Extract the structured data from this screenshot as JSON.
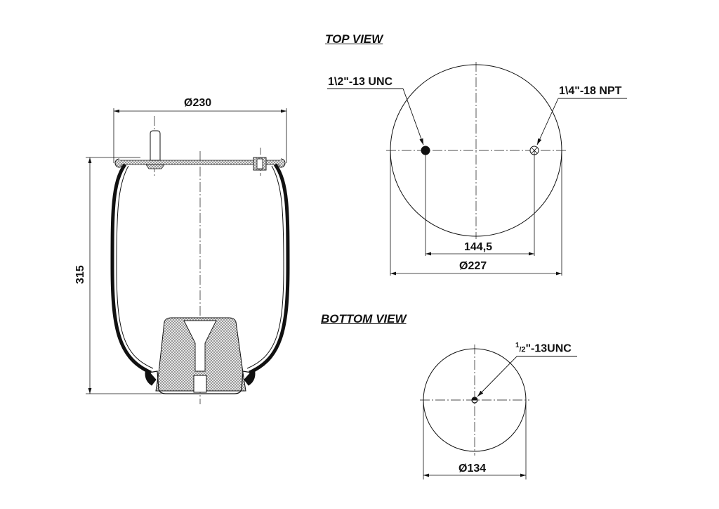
{
  "views": {
    "top_title": "TOP VIEW",
    "bottom_title": "BOTTOM VIEW"
  },
  "side_view": {
    "diameter_label": "Ø230",
    "height_label": "315"
  },
  "top_view": {
    "thread_left": "1\\2\"-13 UNC",
    "thread_right": "1\\4\"-18 NPT",
    "hole_spacing": "144,5",
    "diameter_label": "Ø227"
  },
  "bottom_view": {
    "thread_num": "1",
    "thread_den": "2",
    "thread_rest": "\"-13UNC",
    "diameter_label": "Ø134"
  },
  "colors": {
    "line": "#111111",
    "fill_hatch": "#c8c8c8"
  }
}
